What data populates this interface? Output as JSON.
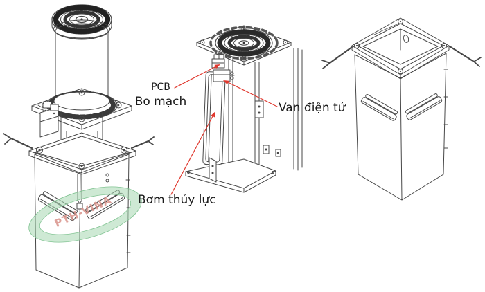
{
  "page": {
    "background_color": "#ffffff"
  },
  "diagram": {
    "annotations": {
      "pcb_abbr": "PCB",
      "pcb_vietnamese": "Bo mạch",
      "solenoid_valve": "Van điện tử",
      "hydraulic_pump": "Bơm thủy lực"
    },
    "watermark": {
      "text": "PTH-VINA",
      "ring_color": "#a5d7b0",
      "ring_edge_color": "#82c493",
      "text_color": "#d9928a"
    },
    "colors": {
      "leader_line": "#e0382e",
      "line_art": "#474747"
    },
    "figures": [
      {
        "name": "bollard-raised-view"
      },
      {
        "name": "internal-mechanism-view"
      },
      {
        "name": "underground-casing-view"
      }
    ]
  }
}
